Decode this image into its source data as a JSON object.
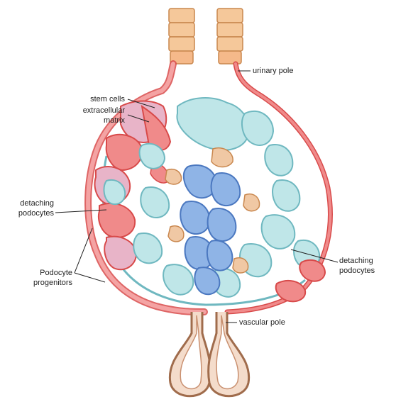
{
  "labels": {
    "urinary_pole": "urinary pole",
    "stem_cells": "stem cells",
    "extracellular_matrix_1": "extracellular",
    "extracellular_matrix_2": "matrix",
    "detaching_podocytes_left_1": "detaching",
    "detaching_podocytes_left_2": "podocytes",
    "podocyte_progenitors_1": "Podocyte",
    "podocyte_progenitors_2": "progenitors",
    "detaching_podocytes_right_1": "detaching",
    "detaching_podocytes_right_2": "podocytes",
    "vascular_pole": "vascular pole"
  },
  "colors": {
    "parietal_cells": "#f08a8a",
    "parietal_stroke": "#d84a4a",
    "matrix_pink": "#e8b4c8",
    "tubule_cells": "#f2b98a",
    "podocytes": "#a9dde0",
    "podocyte_stroke": "#6fb8c0",
    "endothelial": "#7fa8e0",
    "endothelial_stroke": "#4b78c0",
    "mesangial": "#f0c8a4",
    "arteriole_outer": "#e8b898",
    "arteriole_stroke": "#a06c4c"
  }
}
